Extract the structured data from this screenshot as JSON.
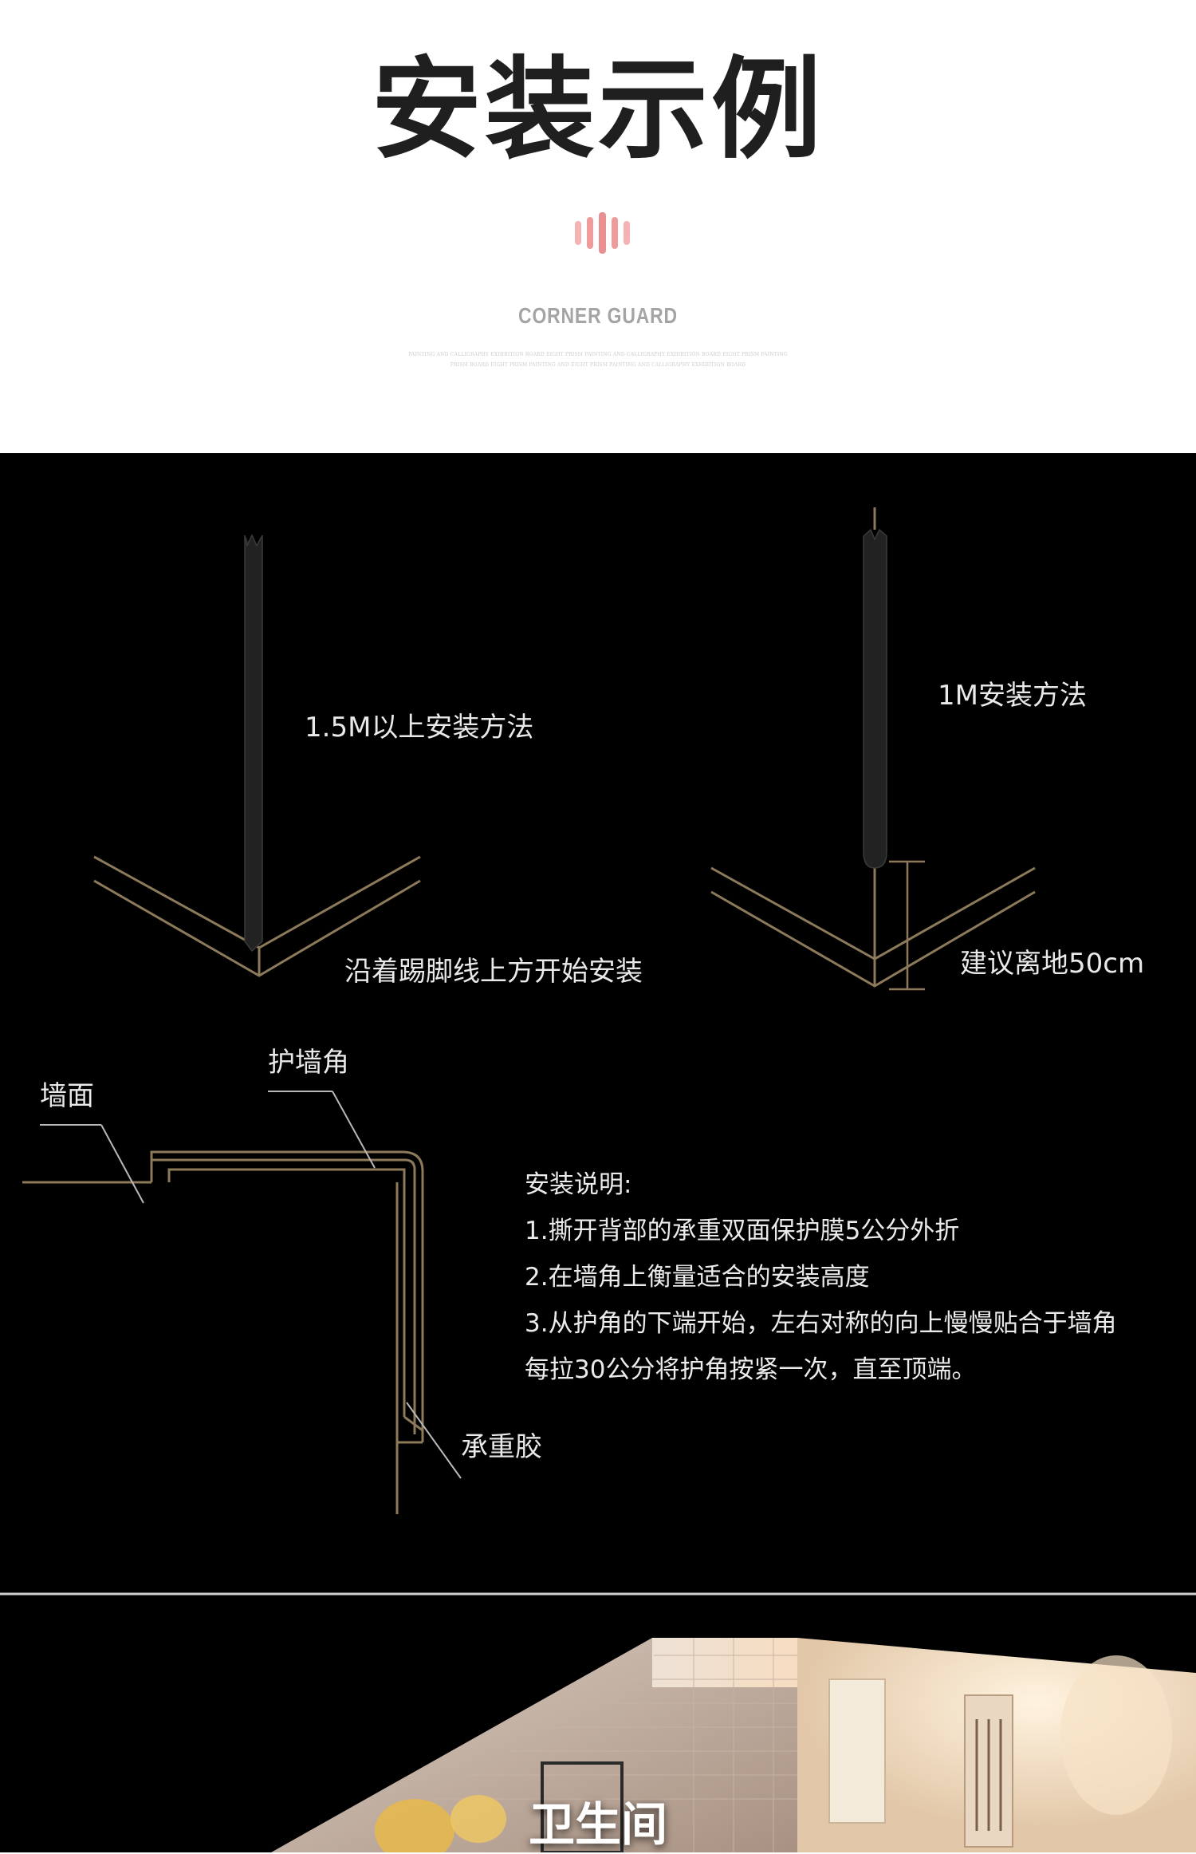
{
  "header": {
    "title": "安装示例",
    "subtitle": "CORNER GUARD",
    "fine_print_1": "PAINTING AND CALLIGRAPHY EXHIBITION BOARD EIGHT PRISM PAINTING AND CALLIGRAPHY EXHIBITION BOARD EIGHT PRISM PAINTING",
    "fine_print_2": "PRISM BOARD EIGHT PRISM PAINTING AND EIGHT PRISM PAINTING AND CALLIGRAPHY EXHIBITION BOARD",
    "accent_color": "#f2a6a6"
  },
  "diagrams": {
    "method_long": {
      "title": "1.5M以上安装方法",
      "caption": "沿着踢脚线上方开始安装"
    },
    "method_short": {
      "title": "1M安装方法",
      "caption": "建议离地50cm"
    },
    "cross_section": {
      "label_guard": "护墙角",
      "label_wall": "墙面",
      "label_glue": "承重胶"
    },
    "line_color": "#8c7a5a",
    "guard_color": "#1c1c1c"
  },
  "instructions": {
    "heading": "安装说明:",
    "steps": [
      "1.撕开背部的承重双面保护膜5公分外折",
      "2.在墙角上衡量适合的安装高度",
      "3.从护角的下端开始，左右对称的向上慢慢贴合于墙角",
      "每拉30公分将护角按紧一次，直至顶端。"
    ]
  },
  "room": {
    "title": "卫生间"
  }
}
